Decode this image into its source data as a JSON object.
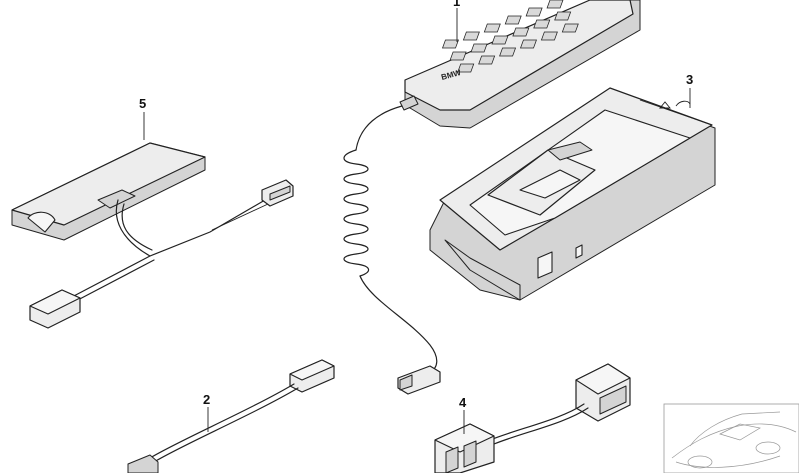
{
  "diagram": {
    "brand_label": "BMW",
    "callouts": [
      {
        "id": "1",
        "label": "1"
      },
      {
        "id": "2",
        "label": "2"
      },
      {
        "id": "3",
        "label": "3"
      },
      {
        "id": "4",
        "label": "4"
      },
      {
        "id": "5",
        "label": "5"
      }
    ]
  }
}
